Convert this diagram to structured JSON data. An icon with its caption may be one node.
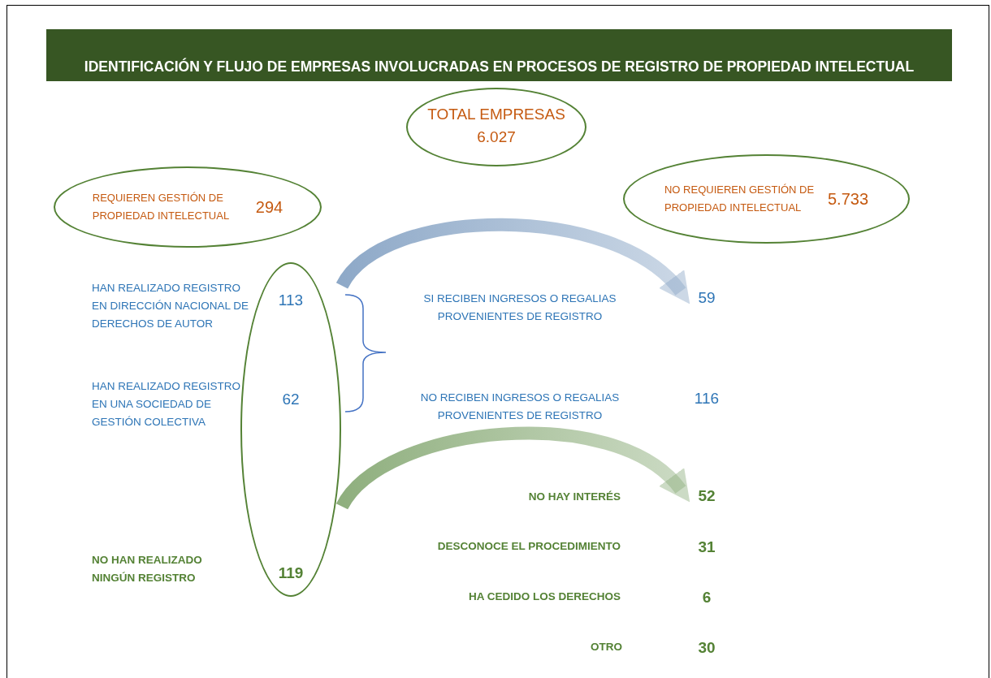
{
  "diagram": {
    "title": "IDENTIFICACIÓN Y FLUJO DE EMPRESAS INVOLUCRADAS EN PROCESOS DE REGISTRO DE PROPIEDAD INTELECTUAL",
    "nodes": [
      {
        "text": [
          "TOTAL EMPRESAS",
          "6.027"
        ]
      },
      {
        "text": [
          "REQUIEREN GESTIÓN DE PROPIEDAD INTELECTUAL",
          "294"
        ]
      },
      {
        "text": [
          "NO REQUIEREN GESTIÓN DE PROPIEDAD INTELECTUAL",
          "5.733"
        ]
      },
      {
        "text": [
          "113",
          "62",
          "119"
        ]
      },
      {
        "text": [
          "59"
        ]
      },
      {
        "text": [
          "52"
        ]
      }
    ],
    "edges": [
      {
        "from": 3,
        "to": 4,
        "arrow": "to",
        "style": "thick",
        "color": "#8ea9c8"
      },
      {
        "from": 3,
        "to": 5,
        "arrow": "to",
        "style": "thick",
        "color": "#8faf7e"
      }
    ],
    "labels": [
      "HAN REALIZADO REGISTRO EN DIRECCIÓN NACIONAL DE DERECHOS DE AUTOR",
      "SI RECIBEN INGRESOS O REGALIAS PROVENIENTES DE REGISTRO",
      "HAN REALIZADO REGISTRO EN UNA SOCIEDAD DE GESTIÓN COLECTIVA",
      "NO RECIBEN INGRESOS O REGALIAS PROVENIENTES DE REGISTRO",
      "116",
      "NO HAY INTERÉS",
      "DESCONOCE EL PROCEDIMIENTO",
      "31",
      "HA CEDIDO LOS DERECHOS",
      "6",
      "NO HAN REALIZADO NINGÚN REGISTRO",
      "OTRO",
      "30"
    ]
  }
}
